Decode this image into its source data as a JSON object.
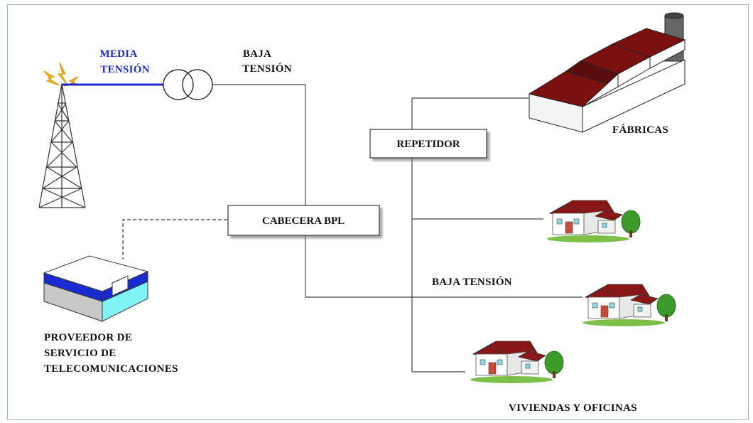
{
  "diagram": {
    "labels": {
      "media_tension_line1": "MEDIA",
      "media_tension_line2": "TENSIÓN",
      "baja_tension_top_line1": "BAJA",
      "baja_tension_top_line2": "TENSIÓN",
      "repetidor": "REPETIDOR",
      "cabecera": "CABECERA BPL",
      "fabricas": "FÁBRICAS",
      "baja_tension_mid": "BAJA TENSIÓN",
      "proveedor_line1": "PROVEEDOR DE",
      "proveedor_line2": "SERVICIO DE",
      "proveedor_line3": "TELECOMUNICACIONES",
      "viviendas": "VIVIENDAS Y OFICINAS"
    },
    "colors": {
      "medium_voltage_line": "#1d2bd6",
      "roof": "#7a1010",
      "provider_blue": "#1a2bd1",
      "provider_cyan": "#7ff3f6",
      "spark": "#f5c400"
    }
  }
}
